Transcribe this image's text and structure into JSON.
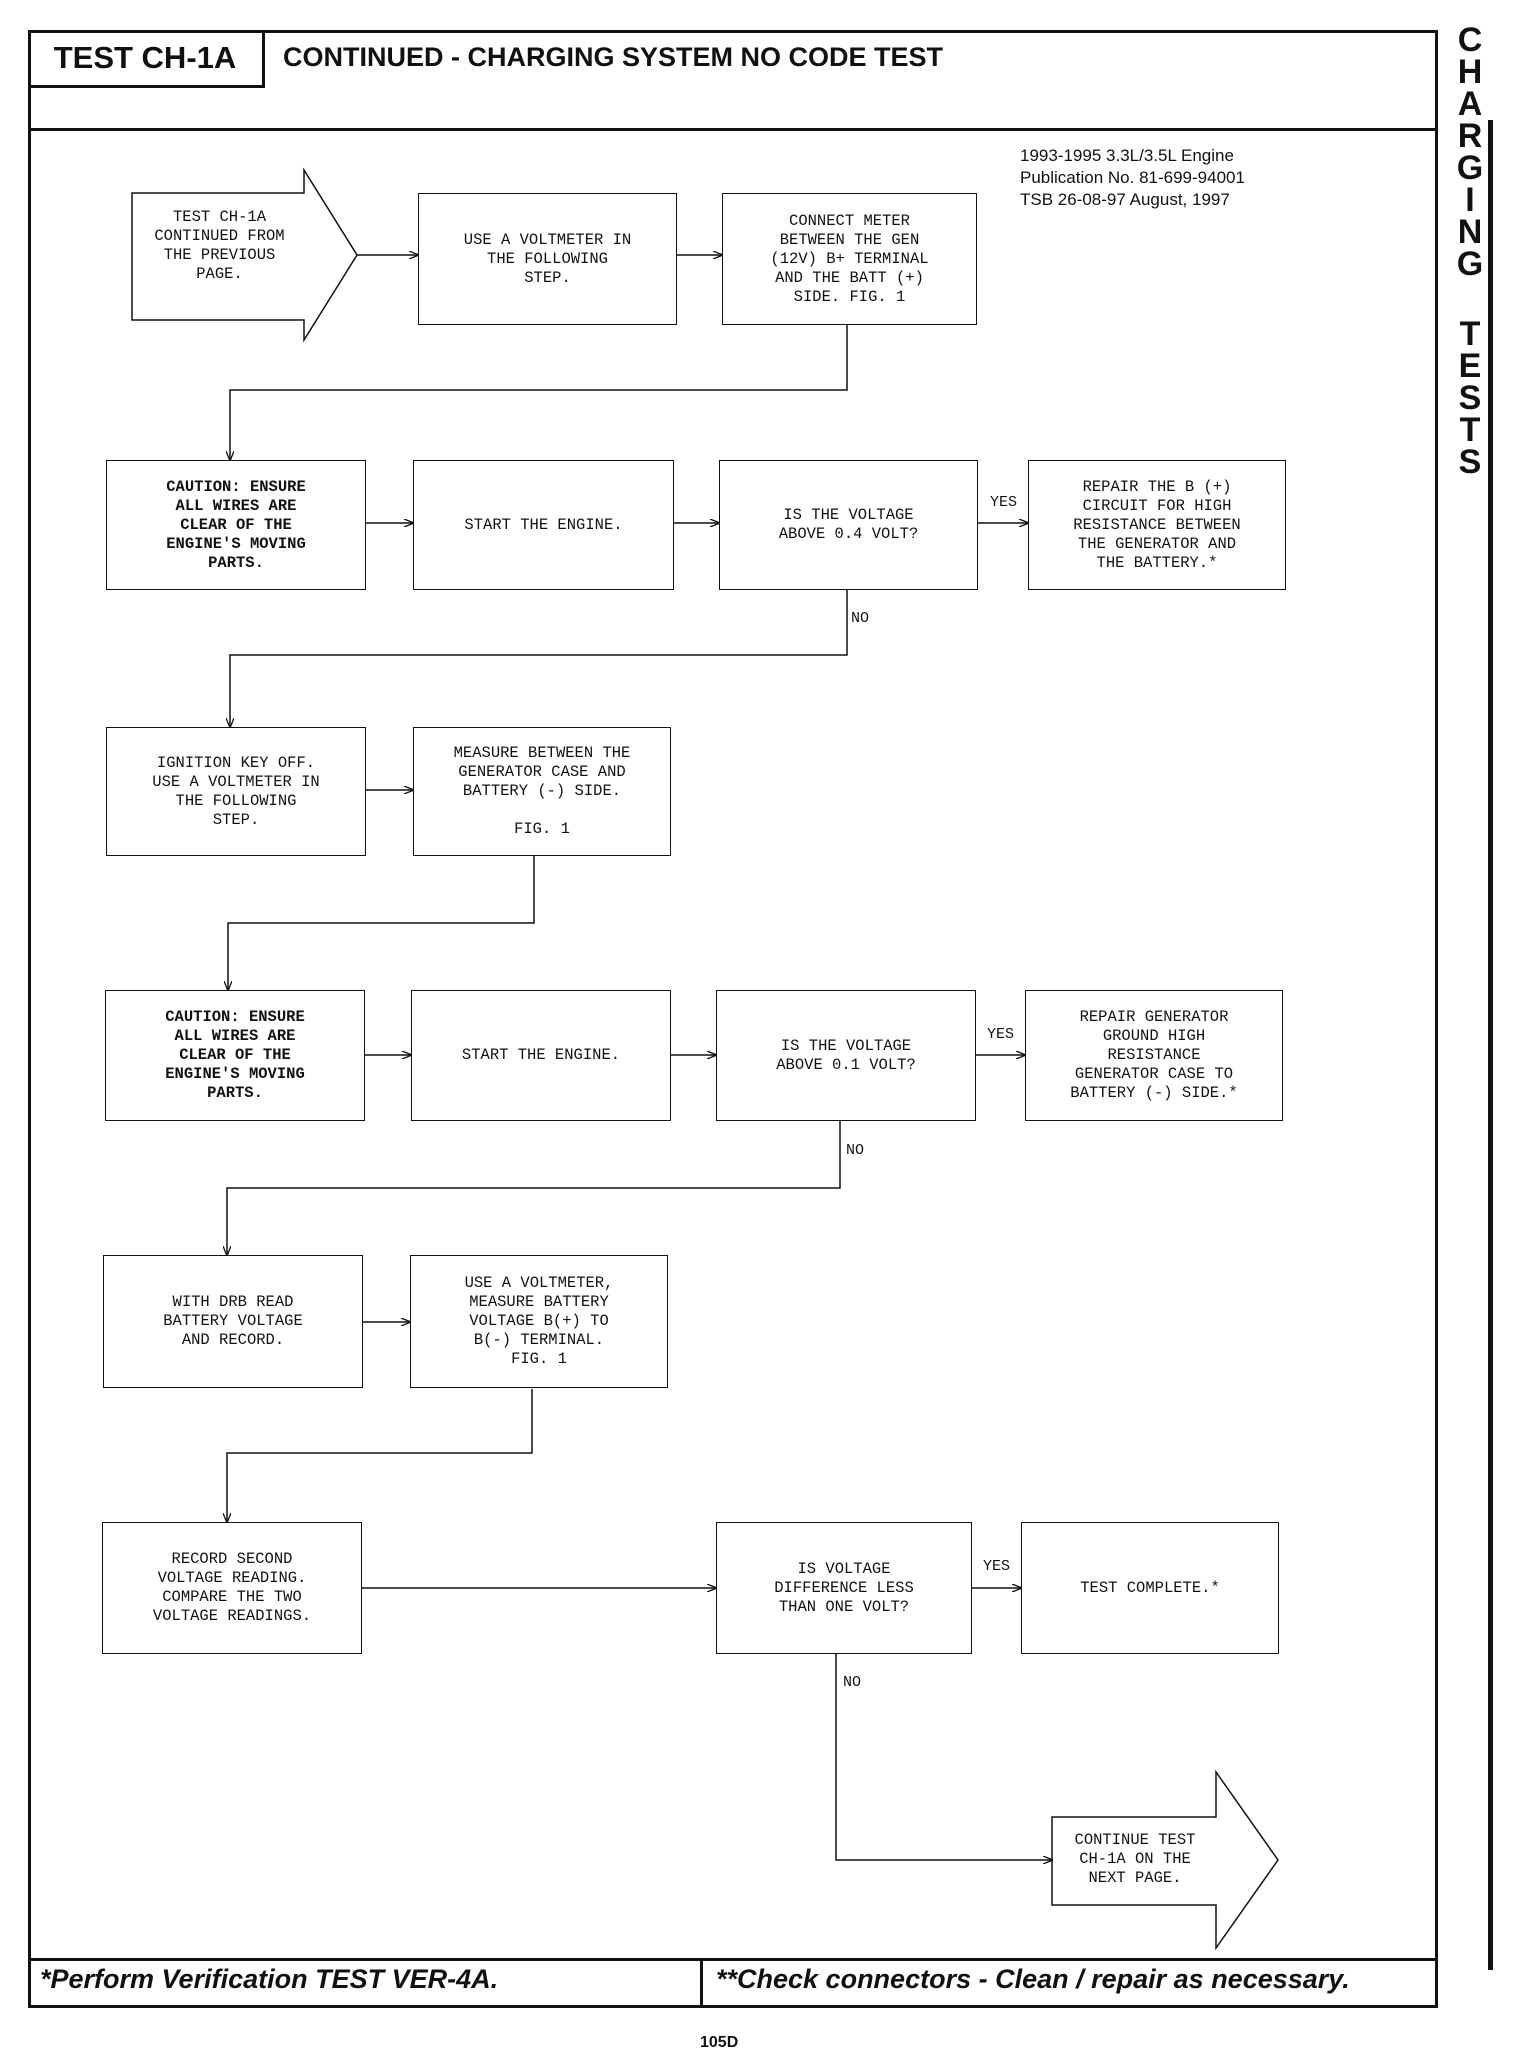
{
  "header": {
    "test_id": "TEST CH-1A",
    "title": "CONTINUED - CHARGING SYSTEM NO CODE TEST"
  },
  "publication": {
    "line1": "1993-1995 3.3L/3.5L Engine",
    "line2": "Publication No. 81-699-94001",
    "line3": "TSB 26-08-97  August, 1997"
  },
  "sidebar": {
    "word1": [
      "C",
      "H",
      "A",
      "R",
      "G",
      "I",
      "N",
      "G"
    ],
    "word2": [
      "T",
      "E",
      "S",
      "T",
      "S"
    ]
  },
  "flow": {
    "start": "TEST CH-1A\nCONTINUED FROM\nTHE PREVIOUS\nPAGE.",
    "step_voltmeter": "USE A VOLTMETER IN\nTHE FOLLOWING\nSTEP.",
    "step_connect": "CONNECT METER\nBETWEEN THE GEN\n(12V) B+ TERMINAL\nAND THE BATT (+)\nSIDE.          FIG. 1",
    "caution1": "CAUTION: ENSURE\nALL WIRES ARE\nCLEAR OF THE\nENGINE'S MOVING\nPARTS.",
    "start_engine1": "START THE ENGINE.",
    "q1": "IS THE VOLTAGE\nABOVE 0.4 VOLT?",
    "repair1": "REPAIR THE B (+)\nCIRCUIT FOR HIGH\nRESISTANCE BETWEEN\nTHE GENERATOR AND\nTHE BATTERY.*",
    "ignition_off": "IGNITION KEY OFF.\nUSE A VOLTMETER IN\nTHE FOLLOWING\nSTEP.",
    "measure_case": "MEASURE BETWEEN THE\nGENERATOR CASE AND\nBATTERY (-) SIDE.\n\nFIG. 1",
    "caution2": "CAUTION: ENSURE\nALL WIRES ARE\nCLEAR OF THE\nENGINE'S MOVING\nPARTS.",
    "start_engine2": "START THE ENGINE.",
    "q2": "IS THE VOLTAGE\nABOVE 0.1 VOLT?",
    "repair2": "REPAIR GENERATOR\nGROUND HIGH\nRESISTANCE\nGENERATOR CASE TO\nBATTERY (-) SIDE.*",
    "drb_read": "WITH DRB READ\nBATTERY VOLTAGE\nAND RECORD.",
    "measure_battery": "USE A VOLTMETER,\nMEASURE BATTERY\nVOLTAGE B(+) TO\nB(-) TERMINAL.\nFIG. 1",
    "record_second": "RECORD SECOND\nVOLTAGE READING.\nCOMPARE THE TWO\nVOLTAGE READINGS.",
    "q3": "IS VOLTAGE\nDIFFERENCE LESS\nTHAN ONE VOLT?",
    "complete": "TEST COMPLETE.*",
    "continue": "CONTINUE TEST\nCH-1A ON THE\nNEXT PAGE.",
    "yes": "YES",
    "no": "NO"
  },
  "footer": {
    "left": "*Perform Verification TEST VER-4A.",
    "right": "**Check connectors - Clean / repair as necessary.",
    "page": "105D"
  }
}
